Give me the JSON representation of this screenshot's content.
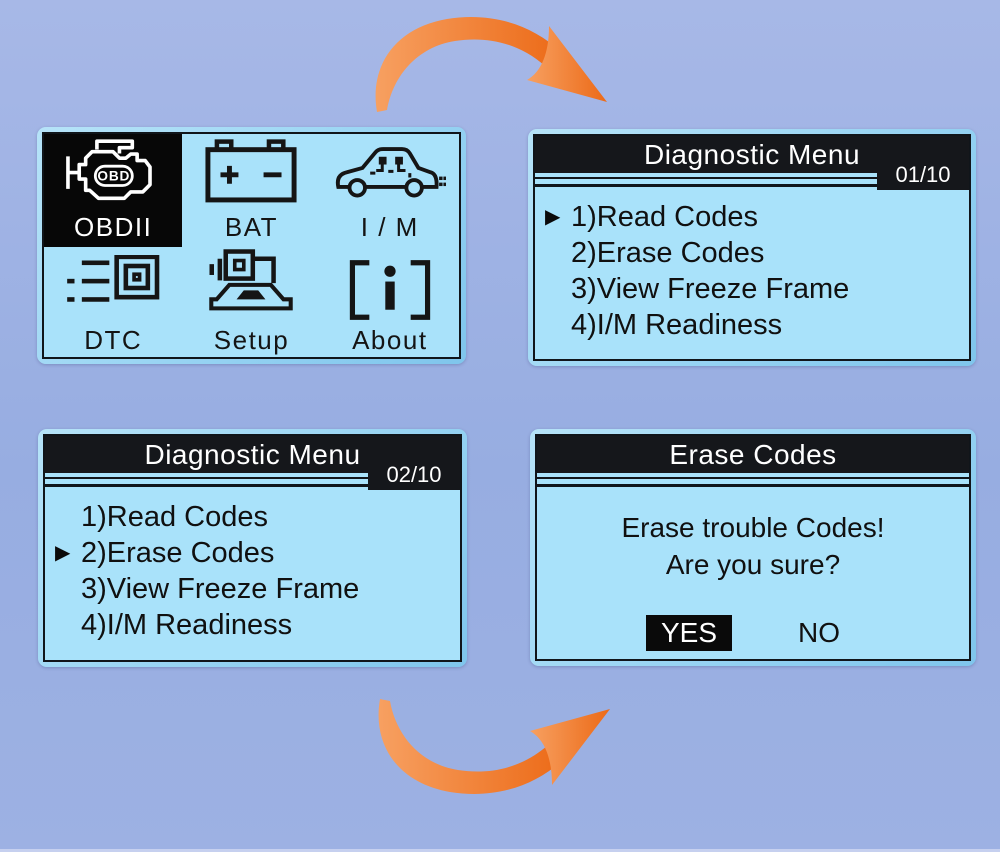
{
  "colors": {
    "background": "#9bb0e2",
    "lcd": "#a9e2fa",
    "bezel": "#9ed7f4",
    "header_black": "#15171b",
    "arrow_light": "#f79e5c",
    "arrow_dark": "#ec6a17"
  },
  "cursor": "▶",
  "main_menu": {
    "engine_badge": "OBD",
    "items": [
      {
        "label": "OBDII",
        "icon": "engine-obd-icon",
        "selected": true
      },
      {
        "label": "BAT",
        "icon": "battery-icon",
        "selected": false
      },
      {
        "label": "I / M",
        "icon": "car-im-icon",
        "selected": false
      },
      {
        "label": "DTC",
        "icon": "dtc-icon",
        "selected": false
      },
      {
        "label": "Setup",
        "icon": "setup-icon",
        "selected": false
      },
      {
        "label": "About",
        "icon": "about-icon",
        "selected": false
      }
    ]
  },
  "diag_menu_1": {
    "title": "Diagnostic Menu",
    "page": "01/10",
    "items": [
      {
        "label": "1)Read Codes",
        "selected": true
      },
      {
        "label": "2)Erase Codes",
        "selected": false
      },
      {
        "label": "3)View Freeze Frame",
        "selected": false
      },
      {
        "label": "4)I/M Readiness",
        "selected": false
      }
    ]
  },
  "diag_menu_2": {
    "title": "Diagnostic Menu",
    "page": "02/10",
    "items": [
      {
        "label": "1)Read Codes",
        "selected": false
      },
      {
        "label": "2)Erase Codes",
        "selected": true
      },
      {
        "label": "3)View Freeze Frame",
        "selected": false
      },
      {
        "label": "4)I/M Readiness",
        "selected": false
      }
    ]
  },
  "erase_screen": {
    "title": "Erase Codes",
    "message_line1": "Erase trouble Codes!",
    "message_line2": "Are you sure?",
    "yes_label": "YES",
    "no_label": "NO",
    "yes_selected": true
  }
}
